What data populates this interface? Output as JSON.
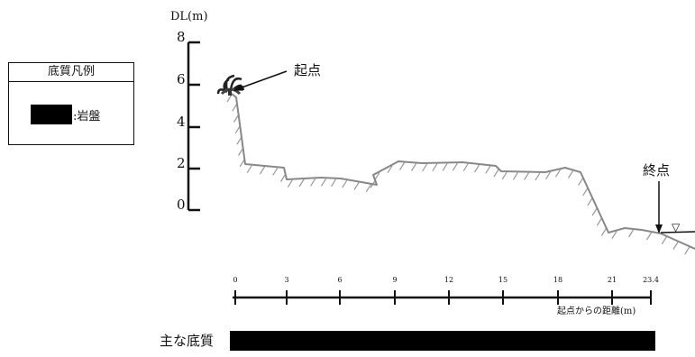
{
  "legend": {
    "title": "底質凡例",
    "items": [
      {
        "label": ":岩盤",
        "color": "#000000"
      }
    ]
  },
  "y_axis": {
    "label": "DL(m)",
    "ticks": [
      "8",
      "6",
      "4",
      "2",
      "0"
    ]
  },
  "x_axis": {
    "label": "起点からの距離(m)",
    "ticks": [
      "0",
      "3",
      "6",
      "9",
      "12",
      "15",
      "18",
      "21",
      "23.4"
    ]
  },
  "annotations": {
    "start": "起点",
    "end": "終点",
    "water_level_symbol": "▽"
  },
  "bottom": {
    "label": "主な底質"
  },
  "colors": {
    "profile_line": "#888888",
    "hatch": "#999999",
    "bedrock": "#000000"
  }
}
